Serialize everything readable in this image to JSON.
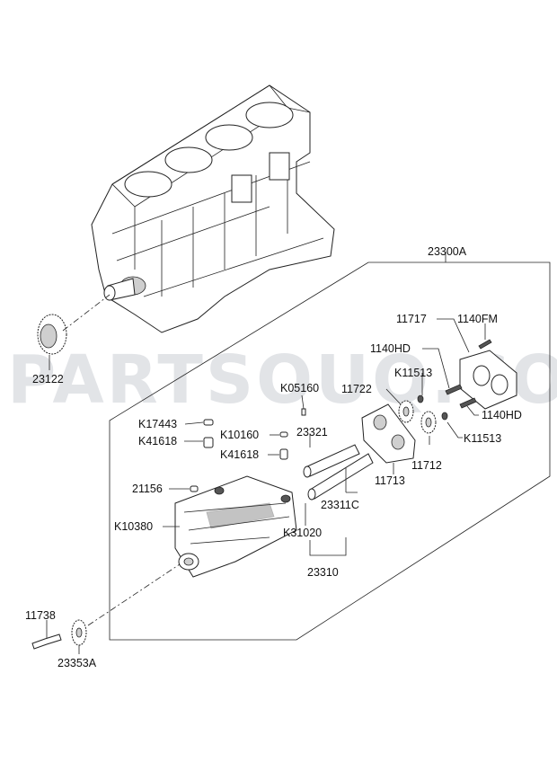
{
  "watermark": "PARTSOUQ.COM",
  "labels": {
    "l23300a": "23300A",
    "l11717": "11717",
    "l1140fm": "1140FM",
    "l1140hd_a": "1140HD",
    "l11722": "11722",
    "l11513_a": "K11513",
    "l1140hd_b": "1140HD",
    "l11513_b": "K11513",
    "l11712": "11712",
    "l11713": "11713",
    "l23122": "23122",
    "l05160": "K05160",
    "l17443": "K17443",
    "l41618_a": "K41618",
    "l10160": "K10160",
    "l23321": "23321",
    "l41618_b": "K41618",
    "l21156": "21156",
    "l10380": "K10380",
    "l23311c": "23311C",
    "l31020": "K31020",
    "l23310": "23310",
    "l11738": "11738",
    "l23353a": "23353A"
  }
}
